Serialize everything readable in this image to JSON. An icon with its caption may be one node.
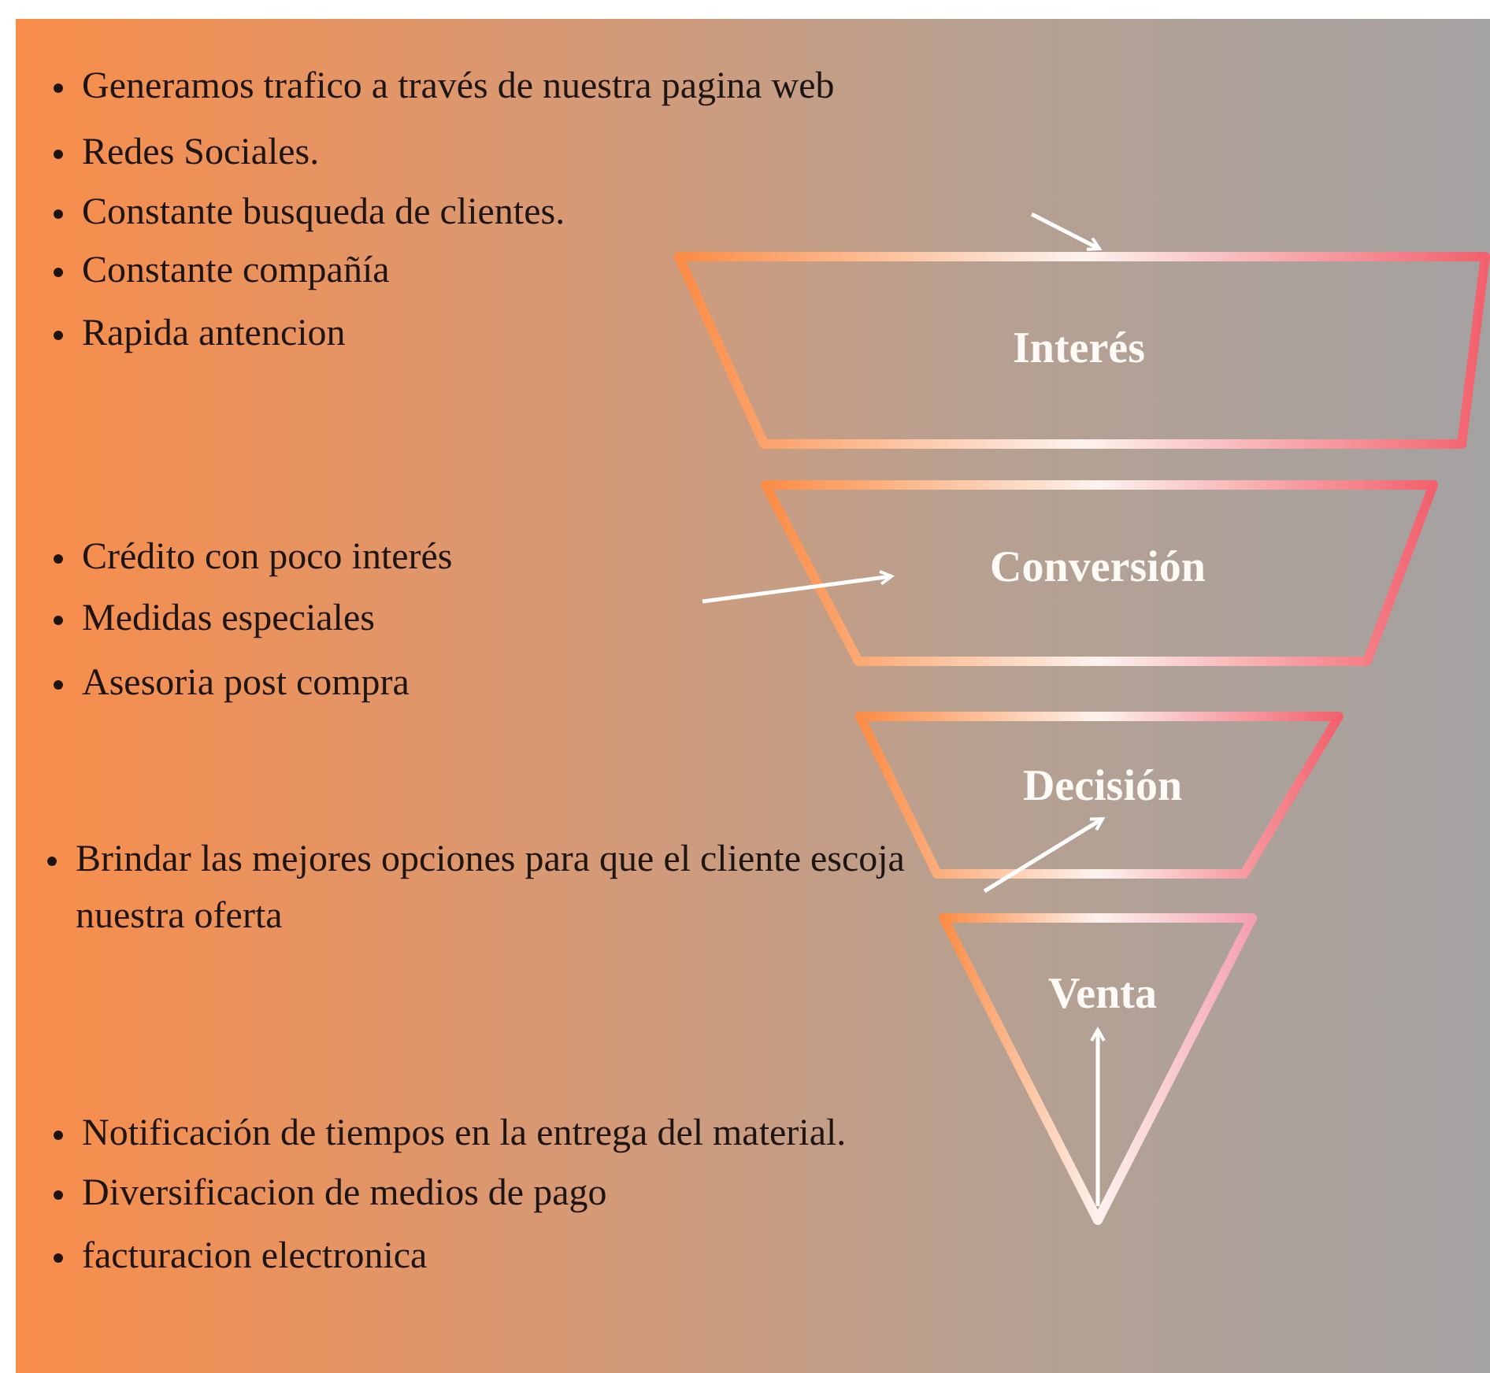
{
  "diagram": {
    "nodes": [
      {
        "text": [
          "Interés"
        ]
      },
      {
        "text": [
          "Conversión"
        ]
      },
      {
        "text": [
          "Decisión"
        ]
      },
      {
        "text": [
          "Venta"
        ]
      }
    ],
    "edges": [
      {
        "from": null,
        "to": 0,
        "arrow": "to"
      },
      {
        "from": null,
        "to": 1,
        "arrow": "to"
      },
      {
        "from": null,
        "to": 2,
        "arrow": "to"
      },
      {
        "from": null,
        "to": 3,
        "arrow": "to"
      }
    ],
    "labels": [
      "Generamos trafico a través de nuestra pagina web",
      "Redes Sociales.",
      "Constante busqueda de clientes.",
      "Constante compañía",
      "Rapida antencion",
      "Crédito con poco interés",
      "Medidas especiales",
      "Asesoria post compra",
      "Brindar las mejores opciones para que el cliente escoja nuestra oferta",
      "Notificación de tiempos en la entrega del material.",
      "Diversificacion de medios de pago",
      "facturacion electronica"
    ]
  }
}
